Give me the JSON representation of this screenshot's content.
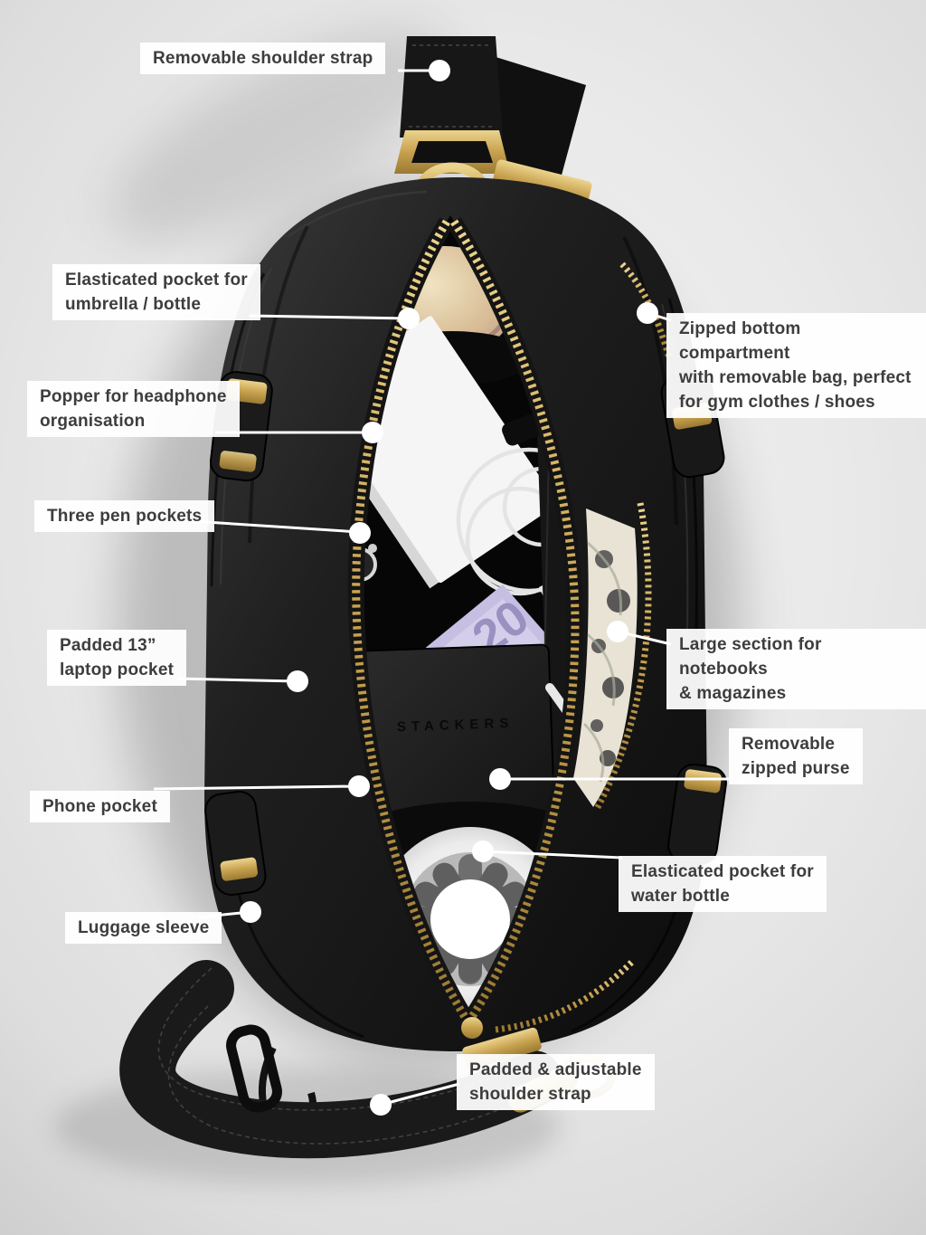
{
  "page": {
    "type": "annotated-product-diagram",
    "background_color": "#e9e9e9",
    "label_text_color": "#3d3d3d",
    "label_background": "#ffffff",
    "callout_marker_color": "#ffffff",
    "accent_gold": "#c7a14e",
    "bag_color": "#141414"
  },
  "product": {
    "embossed_brand": "STACKERS",
    "banknote_label": "20"
  },
  "callouts": {
    "removable_shoulder_strap": "Removable shoulder strap",
    "elasticated_pocket_umbrella": "Elasticated pocket for\numbrella / bottle",
    "zipped_bottom_compartment": "Zipped bottom compartment\nwith removable bag, perfect\nfor gym clothes / shoes",
    "popper_headphone": "Popper for headphone\norganisation",
    "three_pen_pockets": "Three pen pockets",
    "padded_laptop_pocket": "Padded 13”\nlaptop pocket",
    "large_section_notebooks": "Large section for notebooks\n& magazines",
    "removable_zipped_purse": "Removable\nzipped purse",
    "phone_pocket": "Phone pocket",
    "elasticated_pocket_water": "Elasticated pocket for\nwater bottle",
    "luggage_sleeve": "Luggage sleeve",
    "padded_adjustable_strap": "Padded & adjustable\nshoulder strap"
  }
}
